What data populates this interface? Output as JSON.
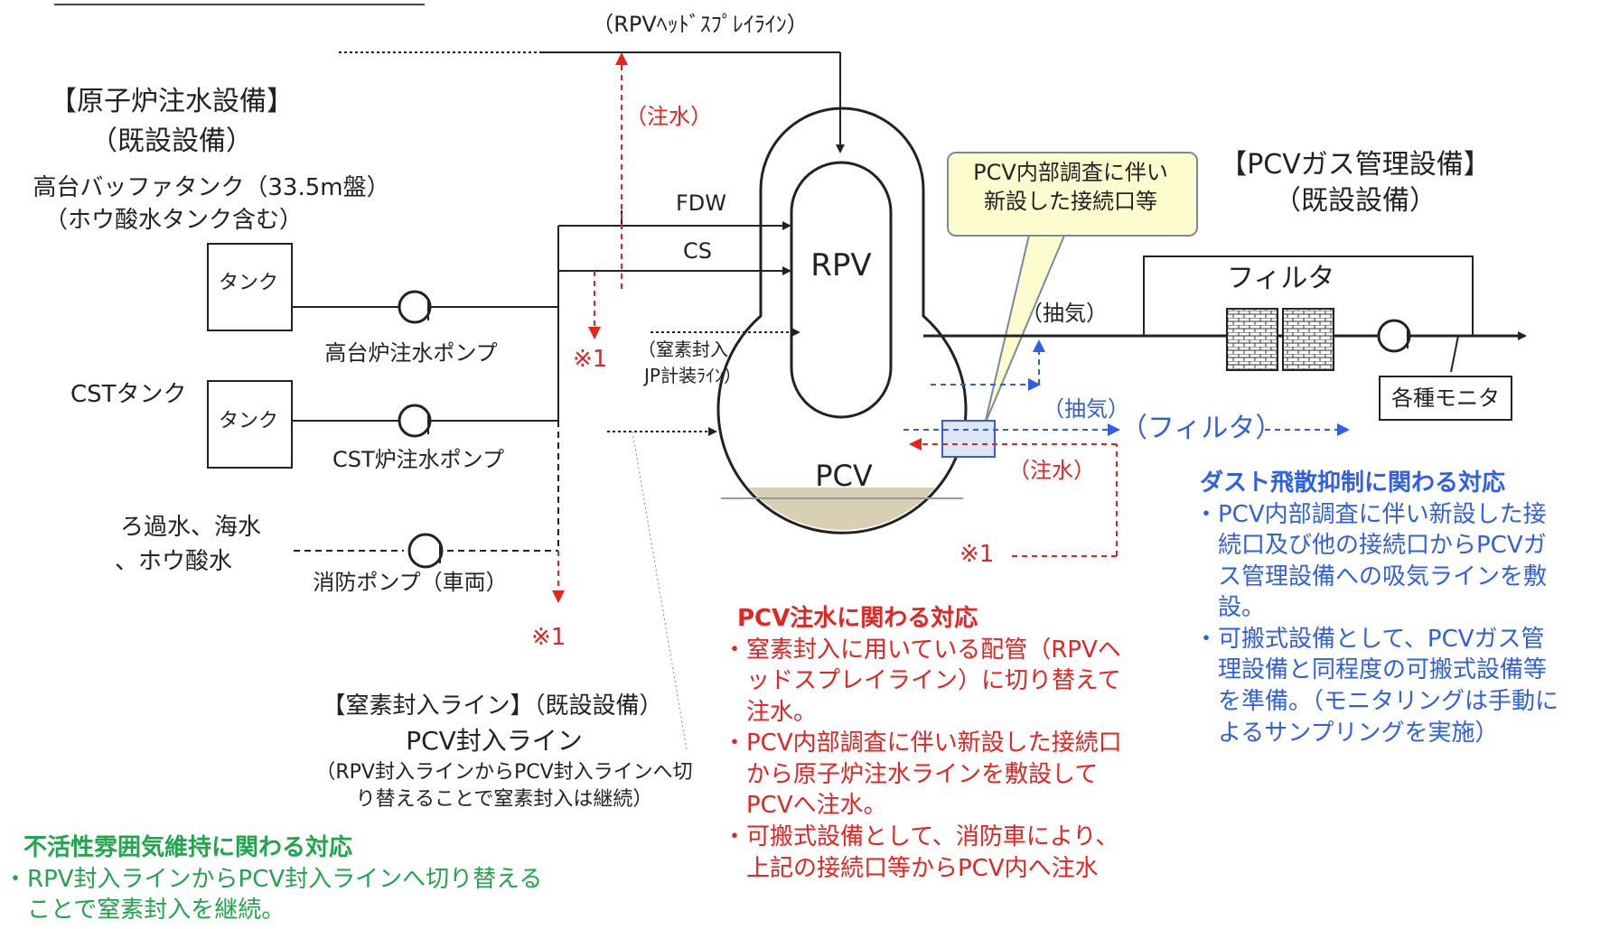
{
  "labels": {
    "head_spray_line": "（RPVﾍｯﾄﾞｽﾌﾟﾚｲﾗｲﾝ）",
    "injection_red_top": "（注水）",
    "reactor_equip_title": "【原子炉注水設備】",
    "reactor_equip_sub": "（既設設備）",
    "buffer_tank": "高台バッファタンク（33.5m盤）",
    "boric_tank": "（ホウ酸水タンク含む）",
    "tank_box": "タンク",
    "cst_tank": "CSTタンク",
    "highland_pump": "高台炉注水ポンプ",
    "cst_pump": "CST炉注水ポンプ",
    "water_sources_1": "ろ過水、海水",
    "water_sources_2": "、ホウ酸水",
    "fire_pump": "消防ポンプ（車両）",
    "fdw": "FDW",
    "cs": "CS",
    "rpv": "RPV",
    "pcv": "PCV",
    "nitrogen_jp_1": "（窒素封入",
    "nitrogen_jp_2": "JP計装ﾗｲﾝ）",
    "ref_mark": "※1",
    "callout_1": "PCV内部調査に伴い",
    "callout_2": "新設した接続口等",
    "gas_equip_title": "【PCVガス管理設備】",
    "gas_equip_sub": "（既設設備）",
    "filter": "フィルタ",
    "extract_black": "（抽気）",
    "extract_blue": "（抽気）",
    "filter_blue": "（フィルタ）",
    "injection_red": "（注水）",
    "monitors": "各種モニタ",
    "nitrogen_line_title": "【窒素封入ライン】（既設設備）",
    "pcv_line": "PCV封入ライン",
    "pcv_line_note_1": "（RPV封入ラインからPCV封入ラインへ切",
    "pcv_line_note_2": "り替えることで窒素封入は継続）"
  },
  "dust": {
    "title": "ダスト飛散抑制に関わる対応",
    "item1": [
      "PCV内部調査に伴い新設した接",
      "続口及び他の接続口からPCVガ",
      "ス管理設備への吸気ラインを敷",
      "設。"
    ],
    "item2": [
      "可搬式設備として、PCVガス管",
      "理設備と同程度の可搬式設備等",
      "を準備。（モニタリングは手動に",
      "よるサンプリングを実施）"
    ]
  },
  "injection": {
    "title": "PCV注水に関わる対応",
    "item1": [
      "窒素封入に用いている配管（RPVヘ",
      "ッドスプレイライン）に切り替えて",
      "注水。"
    ],
    "item2": [
      "PCV内部調査に伴い新設した接続口",
      "から原子炉注水ラインを敷設して",
      "PCVへ注水。"
    ],
    "item3": [
      "可搬式設備として、消防車により、",
      "上記の接続口等からPCV内へ注水"
    ]
  },
  "inert": {
    "title": "不活性雰囲気維持に関わる対応",
    "item1": [
      "RPV封入ラインからPCV封入ラインへ切り替える",
      "ことで窒素封入を継続。"
    ]
  },
  "colors": {
    "red": "#e8231f",
    "blue": "#2f5fe8",
    "green": "#1fa54a",
    "line": "#222222",
    "water": "#d8cfb4",
    "callout": "#fdfccf"
  }
}
